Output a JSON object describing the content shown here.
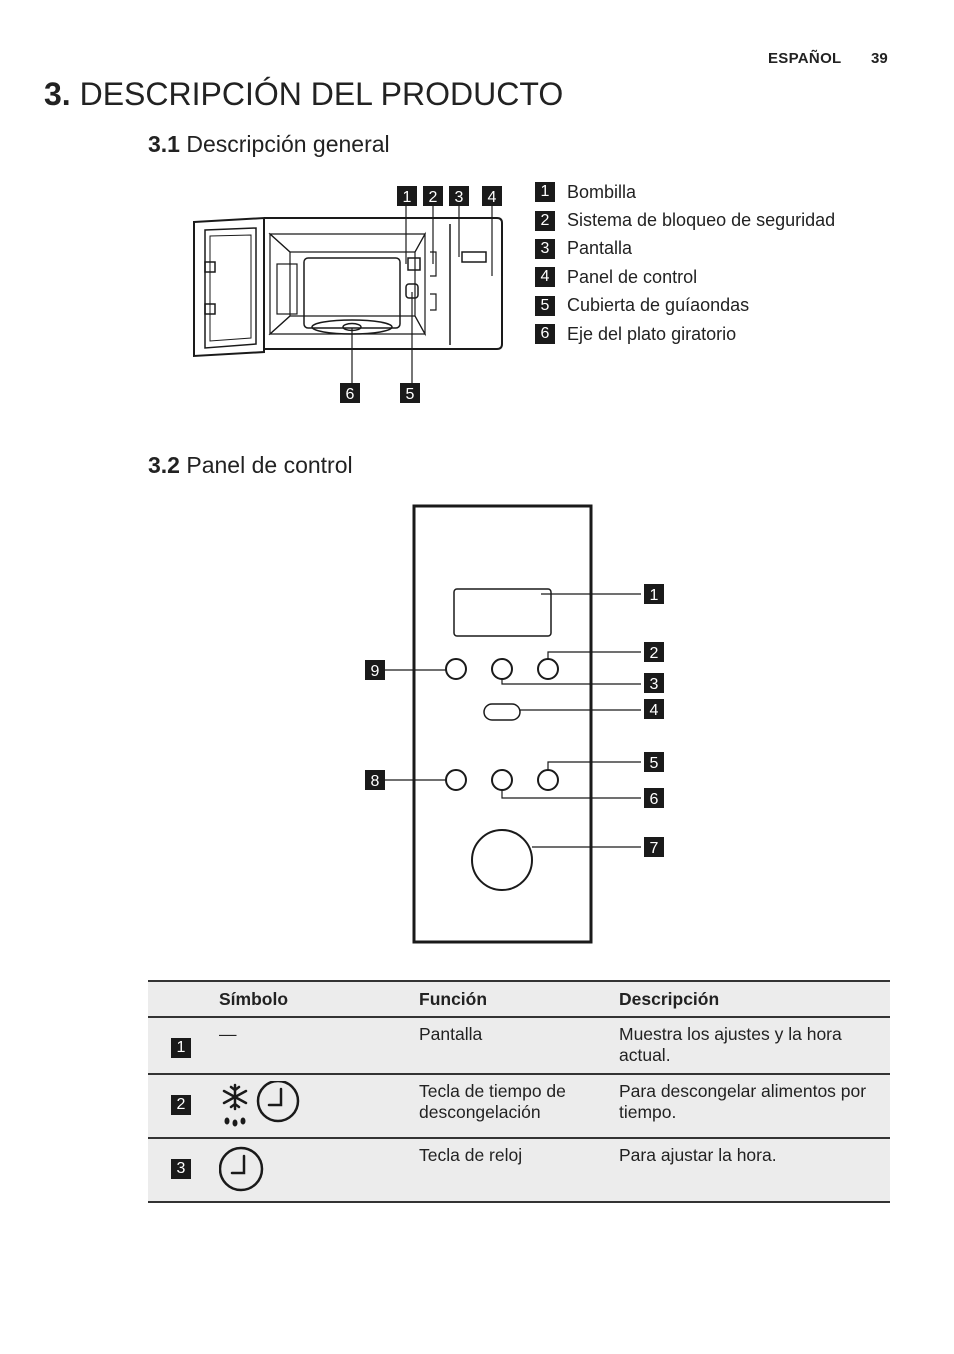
{
  "header": {
    "language": "ESPAÑOL",
    "page_number": "39"
  },
  "section": {
    "number": "3.",
    "title": "DESCRIPCIÓN DEL PRODUCTO"
  },
  "general": {
    "number": "3.1",
    "title": "Descripción general",
    "items": [
      {
        "n": "1",
        "label": "Bombilla"
      },
      {
        "n": "2",
        "label": "Sistema de bloqueo de seguridad"
      },
      {
        "n": "3",
        "label": "Pantalla"
      },
      {
        "n": "4",
        "label": "Panel de control"
      },
      {
        "n": "5",
        "label": "Cubierta de guíaondas"
      },
      {
        "n": "6",
        "label": "Eje del plato giratorio"
      }
    ]
  },
  "panel": {
    "number": "3.2",
    "title": "Panel de control",
    "callouts": [
      "1",
      "2",
      "3",
      "4",
      "5",
      "6",
      "7",
      "8",
      "9"
    ]
  },
  "table": {
    "headers": {
      "symbol": "Símbolo",
      "function": "Función",
      "description": "Descripción"
    },
    "rows": [
      {
        "n": "1",
        "symbol": "—",
        "function": "Pantalla",
        "description": "Muestra los ajustes y la hora actual."
      },
      {
        "n": "2",
        "symbol": "snowflake-clock-icon",
        "function": "Tecla de tiempo de descongelación",
        "description": "Para descongelar alimentos por tiempo."
      },
      {
        "n": "3",
        "symbol": "clock-icon",
        "function": "Tecla de reloj",
        "description": "Para ajustar la hora."
      }
    ]
  }
}
